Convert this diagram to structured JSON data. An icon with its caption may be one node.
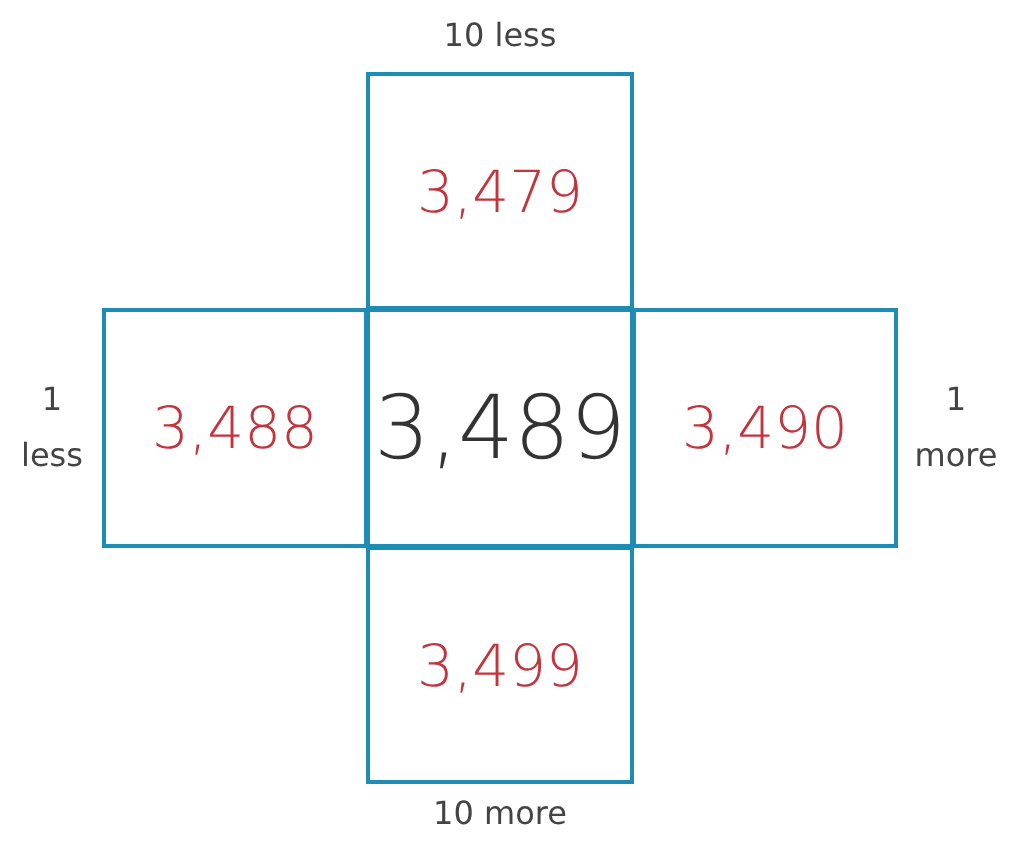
{
  "diagram": {
    "nodes": [
      {
        "text": [
          "3,479"
        ],
        "beside": [
          "10 less"
        ]
      },
      {
        "text": [
          "3,488"
        ],
        "beside": [
          "1 less"
        ]
      },
      {
        "text": [
          "3,489"
        ]
      },
      {
        "text": [
          "3,490"
        ],
        "beside": [
          "1 more"
        ]
      },
      {
        "text": [
          "3,499"
        ],
        "beside": [
          "10 more"
        ]
      }
    ]
  }
}
